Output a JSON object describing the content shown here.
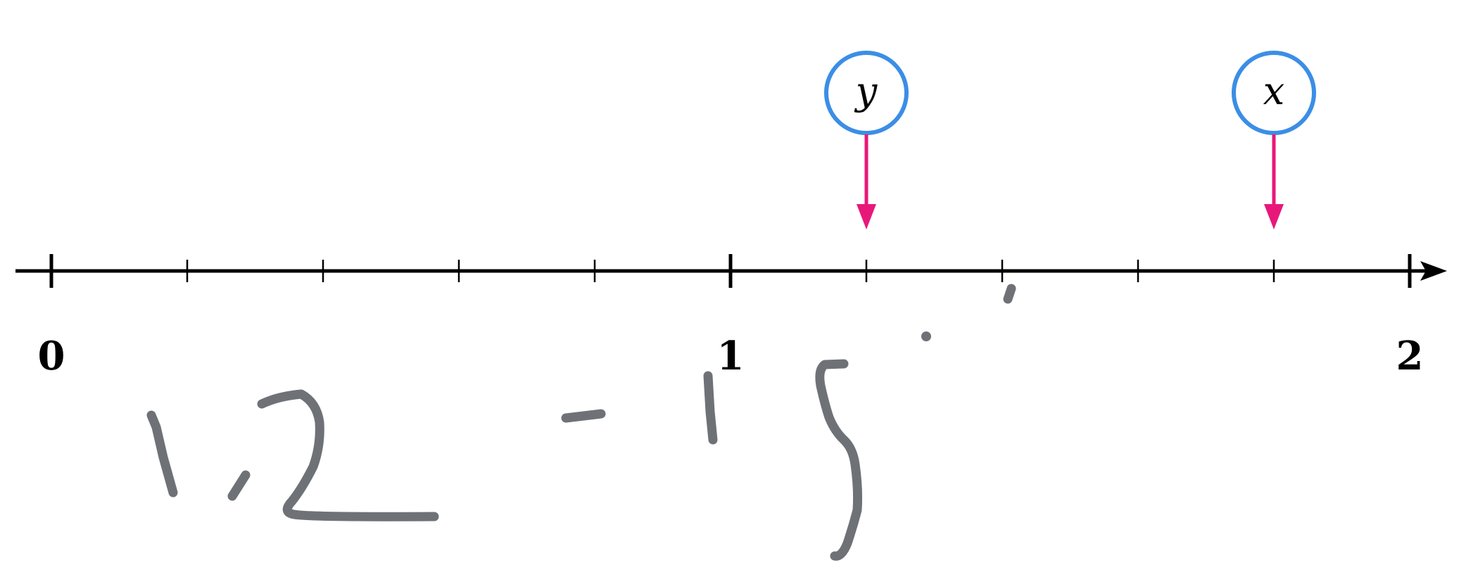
{
  "number_line": {
    "min": 0,
    "max": 2,
    "minor_step": 0.2,
    "labels": [
      {
        "value": 0,
        "text": "0"
      },
      {
        "value": 1,
        "text": "1"
      },
      {
        "value": 2,
        "text": "2"
      }
    ]
  },
  "markers": [
    {
      "id": "y",
      "label": "y",
      "value": 1.2
    },
    {
      "id": "x",
      "label": "x",
      "value": 1.8
    }
  ],
  "handwriting": {
    "text": "1.2 - 1.5",
    "ink_color": "#6e7276"
  },
  "colors": {
    "axis": "#000000",
    "marker_circle": "#3b8ee6",
    "marker_arrow": "#e8187a"
  }
}
